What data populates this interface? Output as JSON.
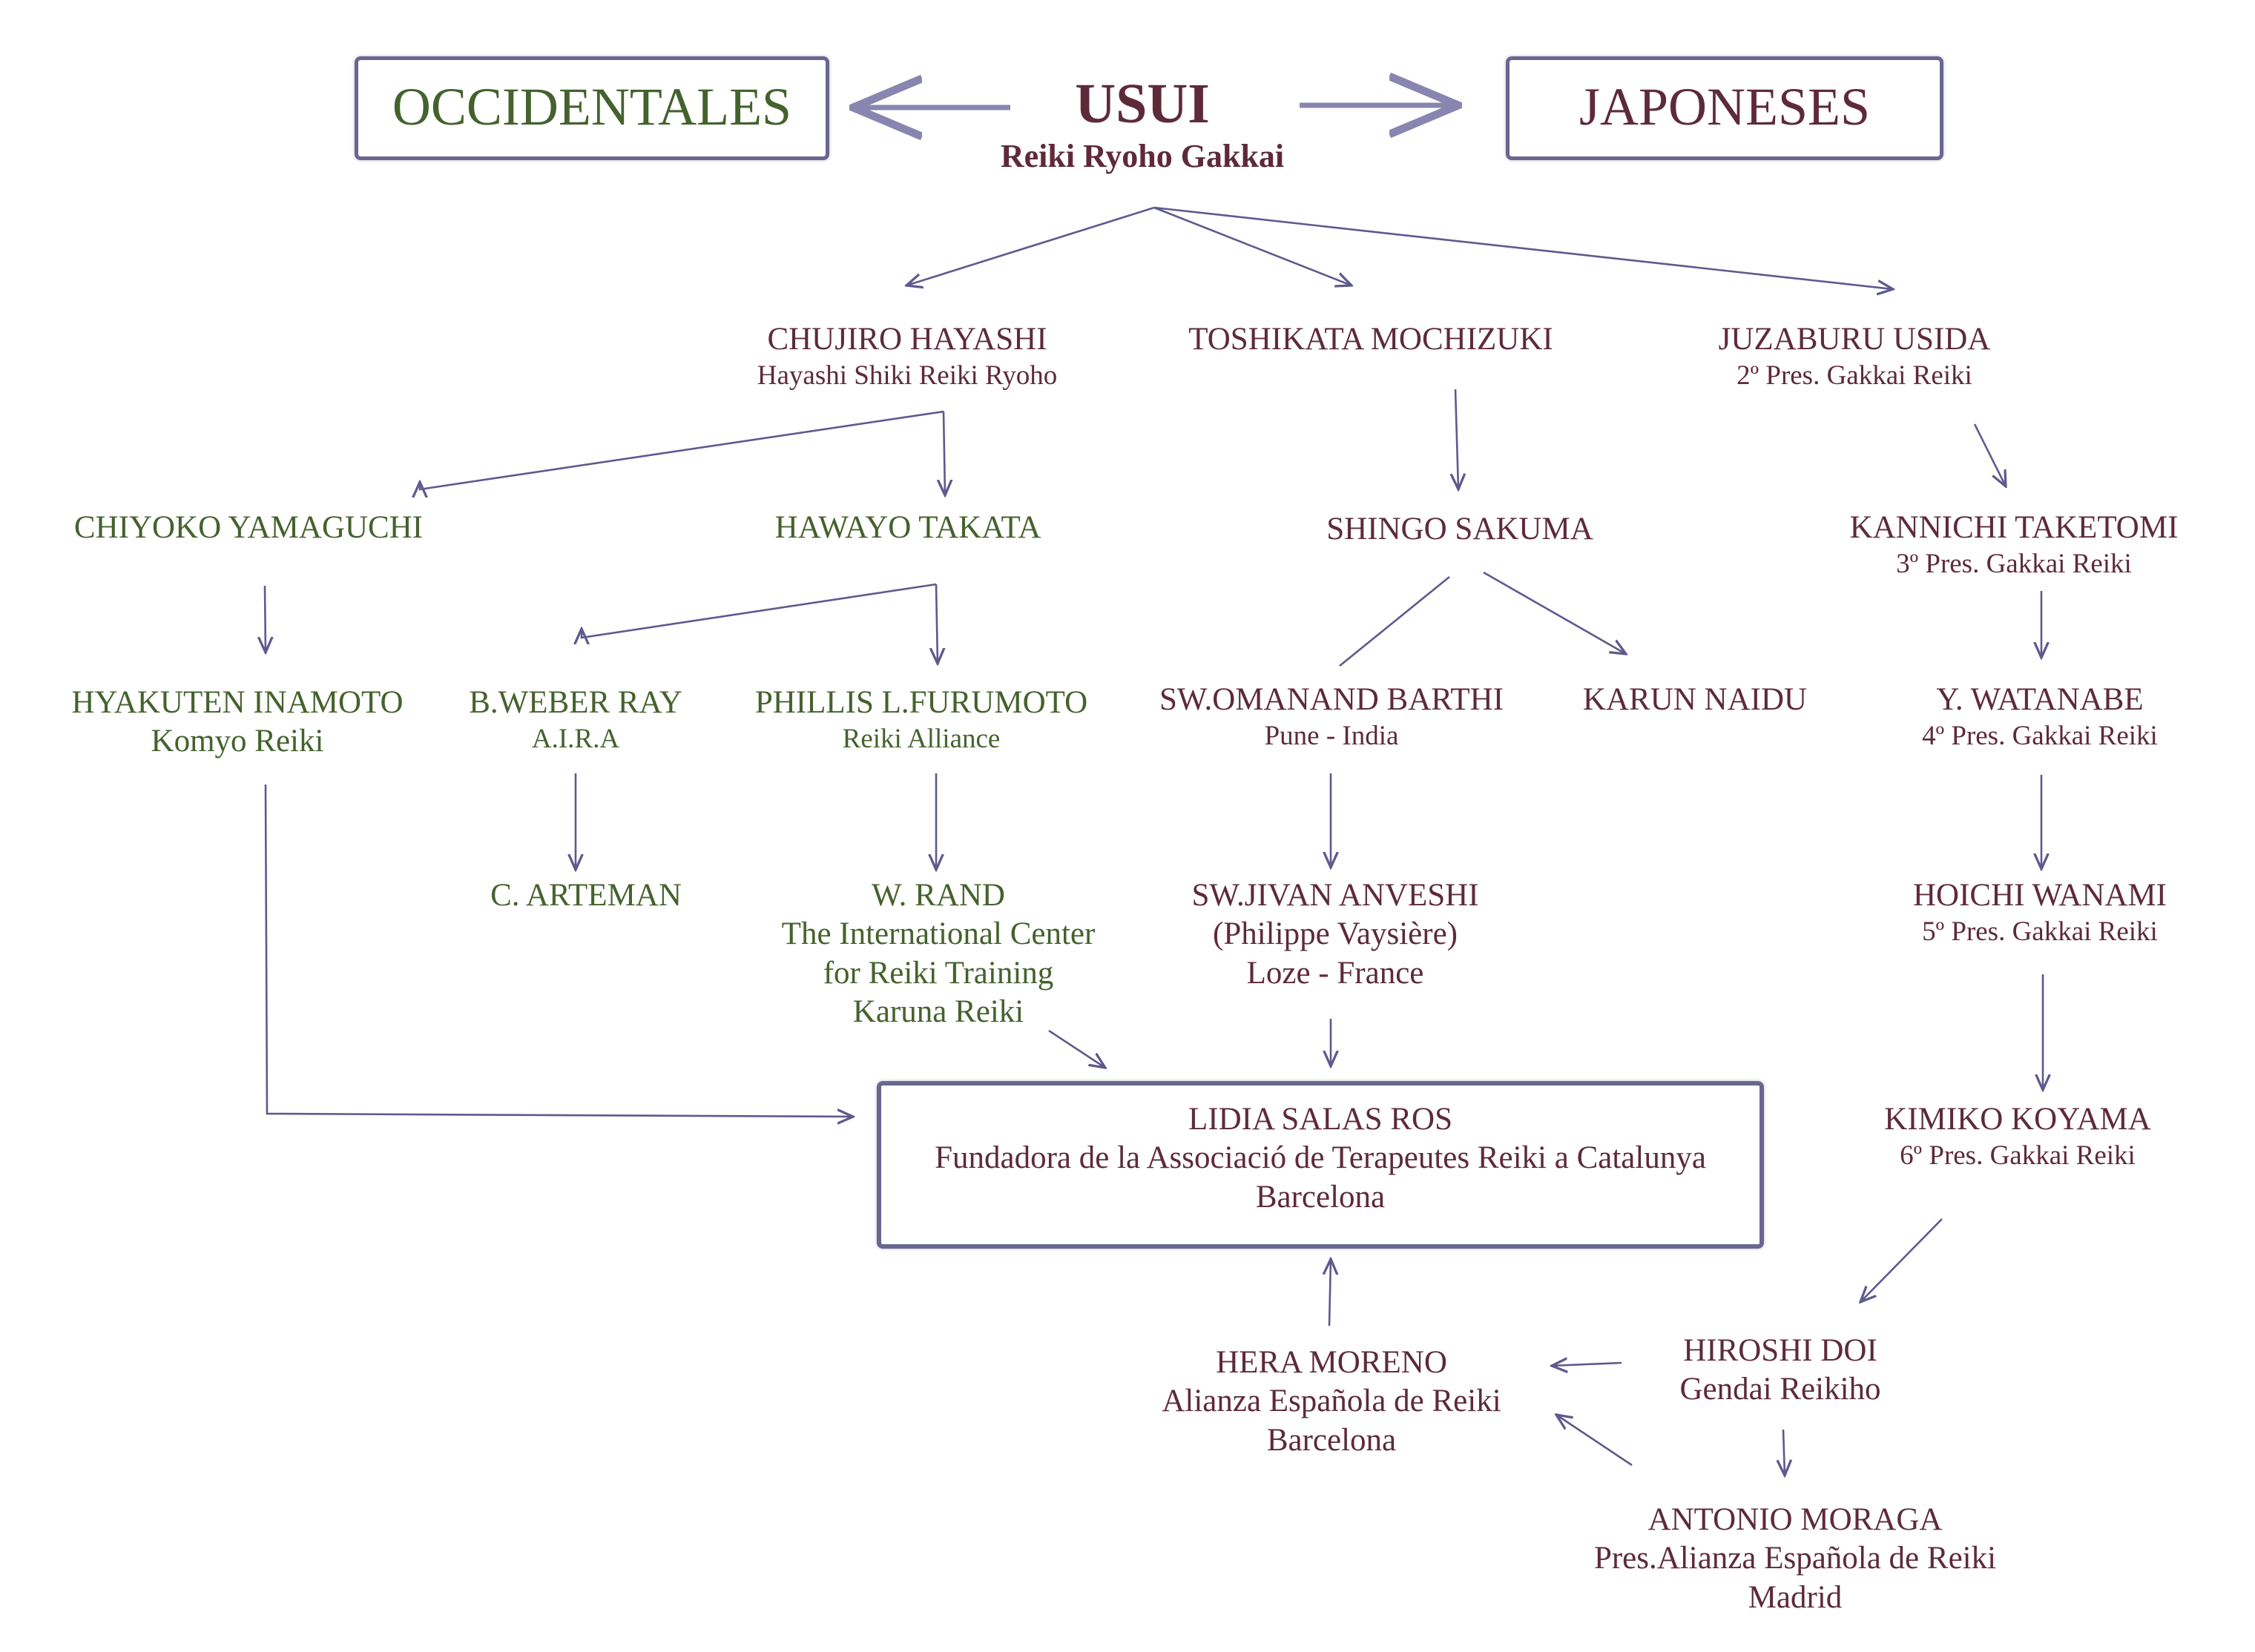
{
  "header": {
    "left_label": "OCCIDENTALES",
    "right_label": "JAPONESES",
    "root_name": "USUI",
    "root_subtitle": "Reiki Ryoho Gakkai"
  },
  "nodes": {
    "hayashi": {
      "name": "CHUJIRO HAYASHI",
      "sub": "Hayashi Shiki Reiki Ryoho"
    },
    "mochizuki": {
      "name": "TOSHIKATA MOCHIZUKI"
    },
    "usida": {
      "name": "JUZABURU USIDA",
      "sub": "2º Pres. Gakkai Reiki"
    },
    "yamaguchi": {
      "name": "CHIYOKO YAMAGUCHI"
    },
    "takata": {
      "name": "HAWAYO TAKATA"
    },
    "sakuma": {
      "name": "SHINGO SAKUMA"
    },
    "taketomi": {
      "name": "KANNICHI TAKETOMI",
      "sub": "3º Pres. Gakkai Reiki"
    },
    "inamoto": {
      "name": "HYAKUTEN INAMOTO",
      "sub": "Komyo Reiki"
    },
    "weber": {
      "name": "B.WEBER RAY",
      "sub": "A.I.R.A"
    },
    "furumoto": {
      "name": "PHILLIS L.FURUMOTO",
      "sub": "Reiki Alliance"
    },
    "barthi": {
      "name": "SW.OMANAND BARTHI",
      "sub": "Pune - India"
    },
    "naidu": {
      "name": "KARUN NAIDU"
    },
    "watanabe": {
      "name": "Y. WATANABE",
      "sub": "4º Pres. Gakkai Reiki"
    },
    "arteman": {
      "name": "C. ARTEMAN"
    },
    "rand": {
      "name": "W. RAND",
      "line2": "The International Center",
      "line3": "for Reiki Training",
      "line4": "Karuna Reiki"
    },
    "anveshi": {
      "name": "SW.JIVAN ANVESHI",
      "line2": "(Philippe Vaysière)",
      "line3": "Loze - France"
    },
    "wanami": {
      "name": "HOICHI WANAMI",
      "sub": "5º Pres. Gakkai Reiki"
    },
    "salas": {
      "name": "LIDIA SALAS ROS",
      "line2": "Fundadora de la Associació de Terapeutes Reiki a Catalunya",
      "line3": "Barcelona"
    },
    "koyama": {
      "name": "KIMIKO KOYAMA",
      "sub": "6º Pres. Gakkai Reiki"
    },
    "moreno": {
      "name": "HERA MORENO",
      "line2": "Alianza Española de Reiki",
      "line3": "Barcelona"
    },
    "doi": {
      "name": "HIROSHI DOI",
      "line2": "Gendai Reikiho"
    },
    "moraga": {
      "name": "ANTONIO MORAGA",
      "line2": "Pres.Alianza Española de Reiki",
      "line3": "Madrid"
    }
  },
  "colors": {
    "occidental": "#44622d",
    "japanese": "#5e2a3a",
    "lines": "#5d5a8e",
    "box_border": "#69678f"
  }
}
